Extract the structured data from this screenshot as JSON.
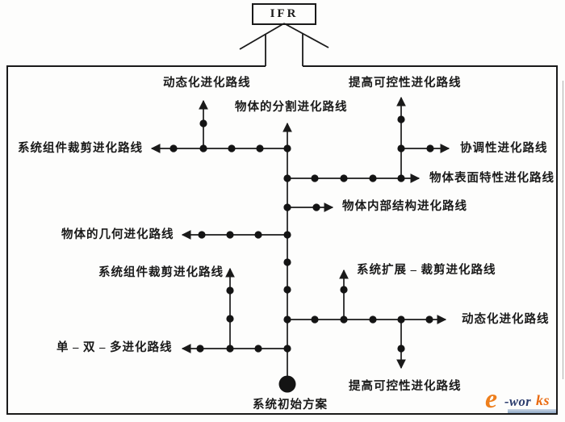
{
  "ifr_label": "IFR",
  "labels": {
    "dyn_top": "动态化进化路线",
    "ctrl_top": "提高可控性进化路线",
    "split_top": "物体的分割进化路线",
    "trim_left": "系统组件裁剪进化路线",
    "coord_right": "协调性进化路线",
    "surface_right": "物体表面特性进化路线",
    "internal_right": "物体内部结构进化路线",
    "geometry_left": "物体的几何进化路线",
    "trim_mid": "系统组件裁剪进化路线",
    "expand_trim": "系统扩展 – 裁剪进化路线",
    "dyn_right": "动态化进化路线",
    "mono_multi": "单 – 双 – 多进化路线",
    "ctrl_bottom": "提高可控性进化路线",
    "origin": "系统初始方案"
  },
  "logo": {
    "e": "e",
    "mid": "-wor",
    "tail": "ks"
  },
  "colors": {
    "line": "#1a1a1a",
    "logo_orange": "#ee7f1d",
    "logo_navy": "#2c3d6e",
    "logo_bar": "#8fa9c4"
  }
}
